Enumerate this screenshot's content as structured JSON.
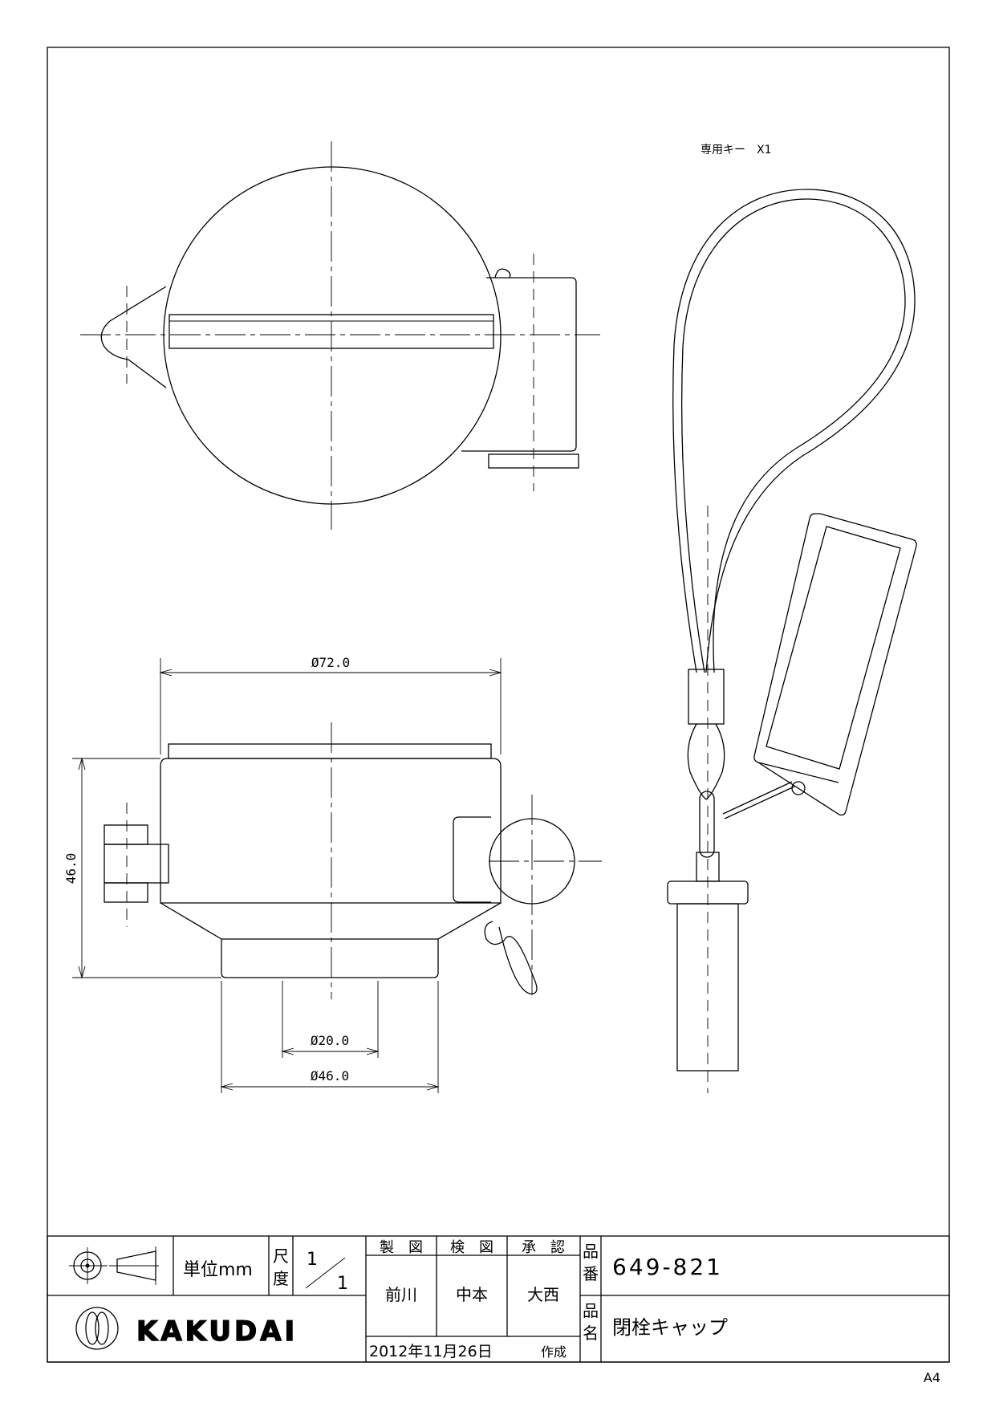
{
  "drawing": {
    "key_note": "専用キー　X1",
    "dim_top_diameter": "Ø72.0",
    "dim_height": "46.0",
    "dim_inner_diameter": "Ø20.0",
    "dim_bottom_diameter": "Ø46.0"
  },
  "title_block": {
    "unit_label": "単位mm",
    "scale_label_1": "尺",
    "scale_label_2": "度",
    "scale_num": "1",
    "scale_den": "1",
    "col_drawn": "製　図",
    "col_checked": "検　図",
    "col_approved": "承　認",
    "name_drawn": "前川",
    "name_checked": "中本",
    "name_approved": "大西",
    "part_no_label_1": "品",
    "part_no_label_2": "番",
    "part_no": "649-821",
    "part_name_label_1": "品",
    "part_name_label_2": "名",
    "part_name": "閉栓キャップ",
    "date": "2012年11月26日",
    "date_suffix": "作成",
    "brand": "KAKUDAI"
  },
  "paper_size": "A4"
}
